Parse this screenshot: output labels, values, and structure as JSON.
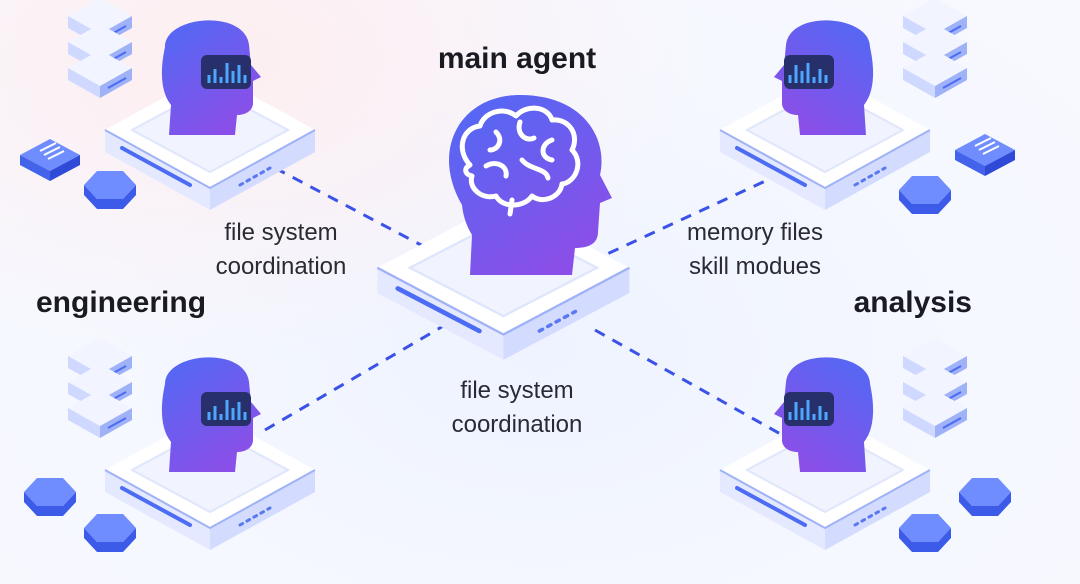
{
  "nodes": {
    "main": {
      "label": "main agent"
    },
    "engineering": {
      "label": "engineering"
    },
    "analysis": {
      "label": "analysis"
    }
  },
  "connections": {
    "top_left": {
      "line1": "file system",
      "line2": "coordination"
    },
    "top_right": {
      "line1": "memory files",
      "line2": "skill modues"
    },
    "bottom": {
      "line1": "file system",
      "line2": "coordination"
    }
  },
  "colors": {
    "accent": "#3a52e6",
    "head_top": "#5b5cf0",
    "head_bottom": "#8a4fe8",
    "platform": "#ffffff",
    "platform_edge": "#5a78f0"
  }
}
